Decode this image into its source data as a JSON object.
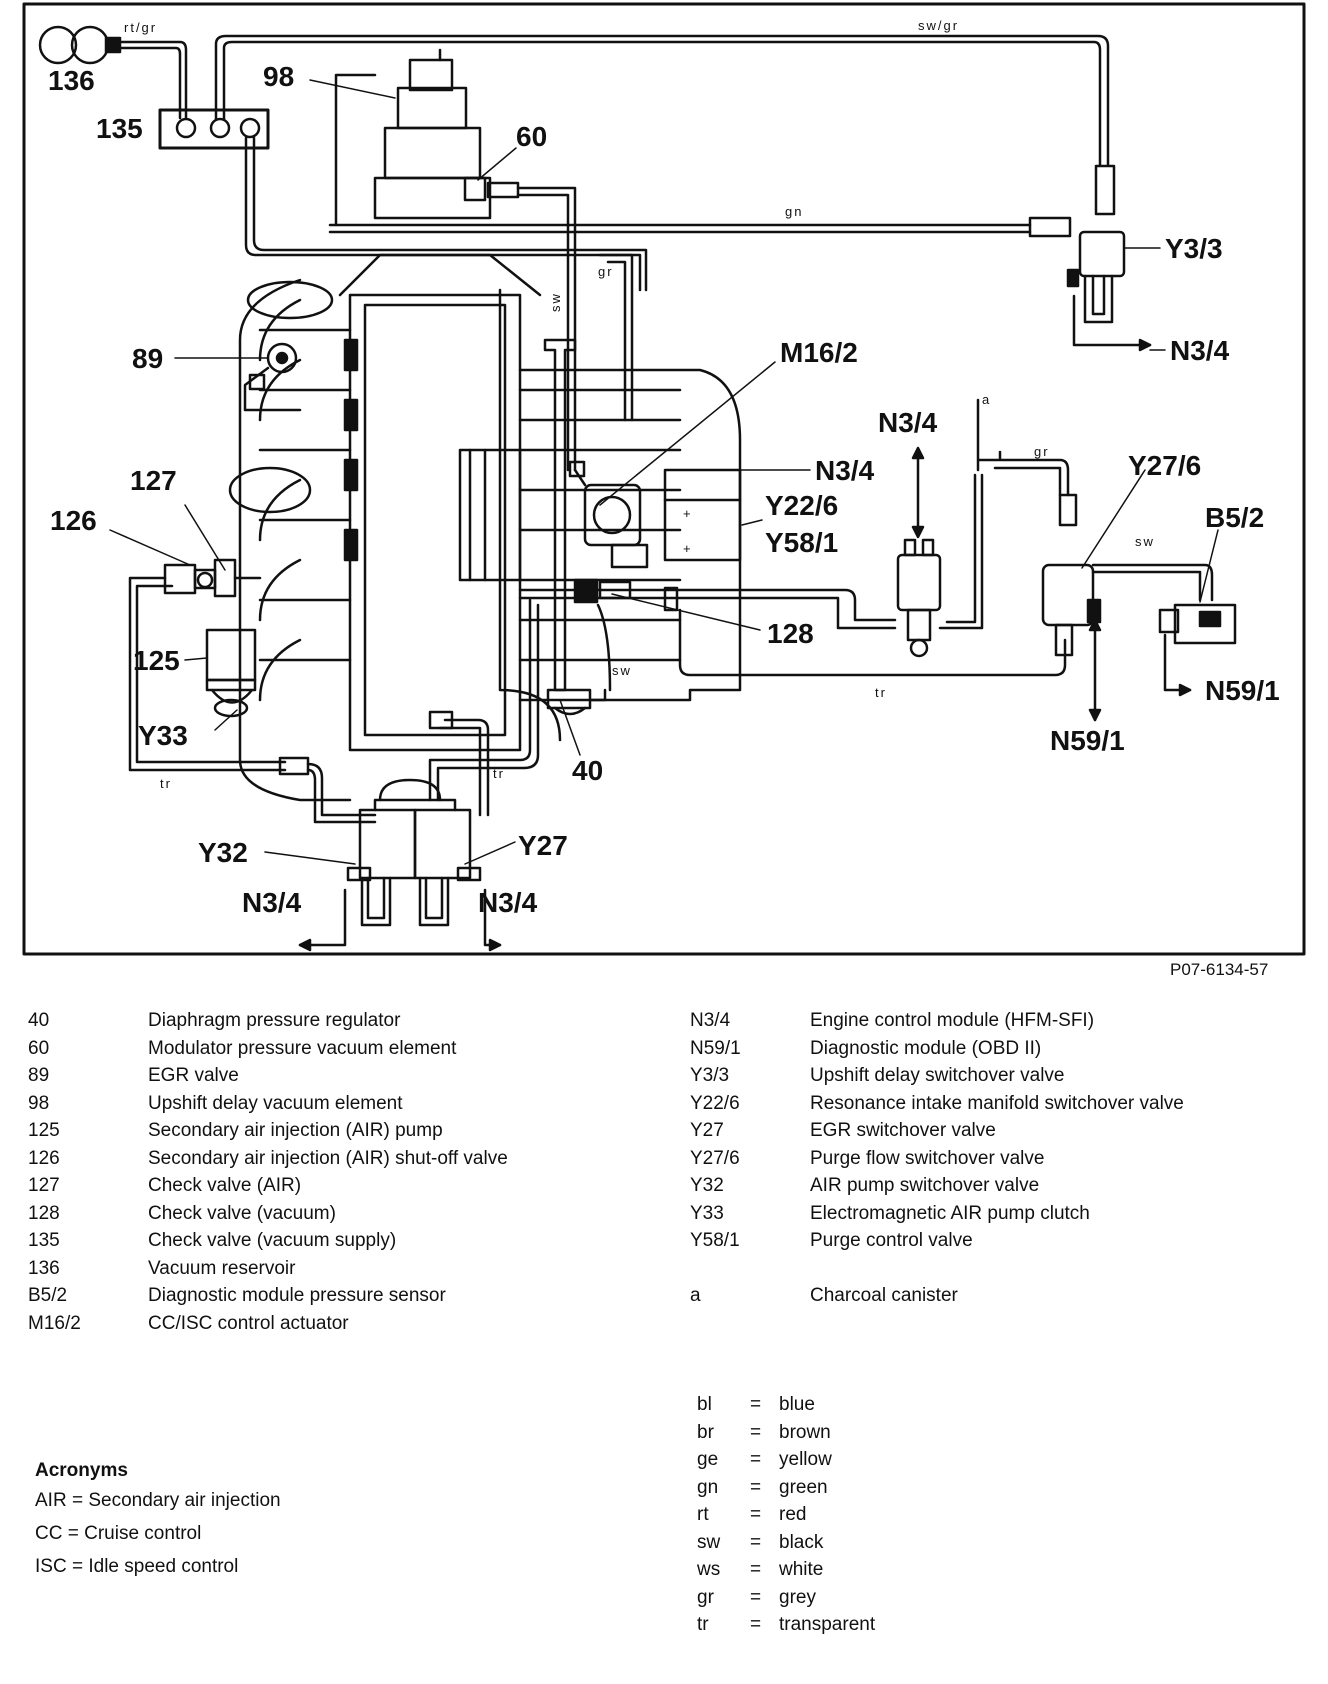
{
  "diagram": {
    "figure_code": "P07-6134-57",
    "component_labels": {
      "c136": "136",
      "c135": "135",
      "c98": "98",
      "c60": "60",
      "y33_top": "Y3/3",
      "n34_a": "N3/4",
      "c89": "89",
      "m162": "M16/2",
      "n34_b": "N3/4",
      "n34_c": "N3/4",
      "y226": "Y22/6",
      "y581": "Y58/1",
      "y276": "Y27/6",
      "b52": "B5/2",
      "c127": "127",
      "c126": "126",
      "c125": "125",
      "y33": "Y33",
      "c128": "128",
      "n591_a": "N59/1",
      "n591_b": "N59/1",
      "c40": "40",
      "y32": "Y32",
      "y27": "Y27",
      "n34_d": "N3/4",
      "n34_e": "N3/4"
    },
    "wire_labels": {
      "rtgr": "rt/gr",
      "swgr": "sw/gr",
      "gn": "gn",
      "gr1": "gr",
      "sw1": "sw",
      "a": "a",
      "gr2": "gr",
      "sw2": "sw",
      "sw3": "sw",
      "tr1": "tr",
      "tr2": "tr",
      "tr3": "tr"
    }
  },
  "legend_left": [
    {
      "code": "40",
      "desc": "Diaphragm pressure regulator"
    },
    {
      "code": "60",
      "desc": "Modulator pressure vacuum element"
    },
    {
      "code": "89",
      "desc": "EGR valve"
    },
    {
      "code": "98",
      "desc": "Upshift delay vacuum element"
    },
    {
      "code": "125",
      "desc": "Secondary air injection (AIR) pump"
    },
    {
      "code": "126",
      "desc": "Secondary air injection (AIR) shut-off valve"
    },
    {
      "code": "127",
      "desc": "Check valve (AIR)"
    },
    {
      "code": "128",
      "desc": "Check valve (vacuum)"
    },
    {
      "code": "135",
      "desc": "Check valve (vacuum supply)"
    },
    {
      "code": "136",
      "desc": "Vacuum reservoir"
    },
    {
      "code": "B5/2",
      "desc": "Diagnostic module pressure sensor"
    },
    {
      "code": "M16/2",
      "desc": "CC/ISC control actuator"
    }
  ],
  "legend_right": [
    {
      "code": "N3/4",
      "desc": "Engine control module (HFM-SFI)"
    },
    {
      "code": "N59/1",
      "desc": "Diagnostic module (OBD II)"
    },
    {
      "code": "Y3/3",
      "desc": "Upshift delay switchover valve"
    },
    {
      "code": "Y22/6",
      "desc": "Resonance intake manifold switchover valve"
    },
    {
      "code": "Y27",
      "desc": "EGR switchover valve"
    },
    {
      "code": "Y27/6",
      "desc": "Purge flow switchover valve"
    },
    {
      "code": "Y32",
      "desc": "AIR pump switchover valve"
    },
    {
      "code": "Y33",
      "desc": "Electromagnetic AIR pump clutch"
    },
    {
      "code": "Y58/1",
      "desc": "Purge control valve"
    },
    {
      "code": "a",
      "desc": "Charcoal canister"
    }
  ],
  "acronyms": {
    "title": "Acronyms",
    "items": [
      {
        "abbr": "AIR",
        "sep": "=",
        "meaning": "Secondary air injection"
      },
      {
        "abbr": "CC",
        "sep": "=",
        "meaning": "Cruise control"
      },
      {
        "abbr": "ISC",
        "sep": "=",
        "meaning": "Idle speed control"
      }
    ]
  },
  "color_codes": [
    {
      "abbr": "bl",
      "sep": "=",
      "name": "blue"
    },
    {
      "abbr": "br",
      "sep": "=",
      "name": "brown"
    },
    {
      "abbr": "ge",
      "sep": "=",
      "name": "yellow"
    },
    {
      "abbr": "gn",
      "sep": "=",
      "name": "green"
    },
    {
      "abbr": "rt",
      "sep": "=",
      "name": "red"
    },
    {
      "abbr": "sw",
      "sep": "=",
      "name": "black"
    },
    {
      "abbr": "ws",
      "sep": "=",
      "name": "white"
    },
    {
      "abbr": "gr",
      "sep": "=",
      "name": "grey"
    },
    {
      "abbr": "tr",
      "sep": "=",
      "name": "transparent"
    }
  ]
}
